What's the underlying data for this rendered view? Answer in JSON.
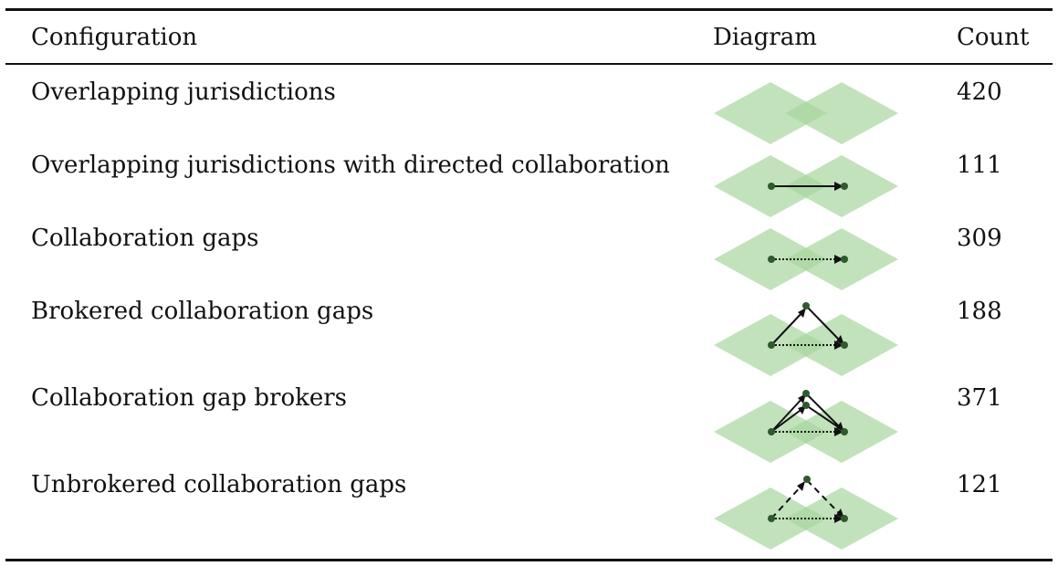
{
  "table": {
    "headers": {
      "configuration": "Configuration",
      "diagram": "Diagram",
      "count": "Count"
    },
    "rows": [
      {
        "configuration": "Overlapping jurisdictions",
        "count": "420",
        "diagram": "overlap"
      },
      {
        "configuration": "Overlapping jurisdictions with directed collaboration",
        "count": "111",
        "diagram": "directed"
      },
      {
        "configuration": "Collaboration gaps",
        "count": "309",
        "diagram": "gap"
      },
      {
        "configuration": "Brokered collaboration gaps",
        "count": "188",
        "diagram": "brokered"
      },
      {
        "configuration": "Collaboration gap brokers",
        "count": "371",
        "diagram": "brokers"
      },
      {
        "configuration": "Unbrokered collaboration gaps",
        "count": "121",
        "diagram": "unbrokered"
      }
    ]
  },
  "colors": {
    "diamond_fill": "#a8d5a0",
    "node": "#2e5a2e",
    "edge": "#111111",
    "rule": "#111111"
  }
}
